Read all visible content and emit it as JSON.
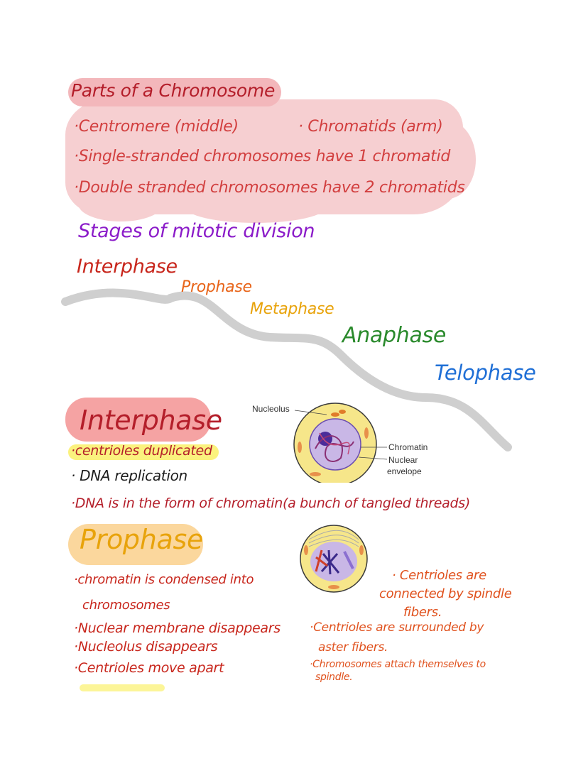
{
  "colors": {
    "red": "#b41e2a",
    "purple": "#8b1cc9",
    "orange": "#e8651a",
    "yellow": "#e8a30b",
    "green": "#2a8a2c",
    "blue": "#1f6fd6",
    "pink_highlight": "#f6cfd1"
  },
  "chromosome": {
    "title": "Parts of a Chromosome",
    "bullets": [
      "·Centromere (middle)",
      "· Chromatids (arm)",
      "·Single-stranded chromosomes have 1 chromatid",
      "·Double stranded chromosomes have 2 chromatids"
    ]
  },
  "stages": {
    "title": "Stages of mitotic division",
    "items": [
      "Interphase",
      "Prophase",
      "Metaphase",
      "Anaphase",
      "Telophase"
    ]
  },
  "interphase": {
    "title": "Interphase",
    "bullets": [
      "·centrioles duplicated",
      "· DNA replication",
      "·DNA is in the form of chromatin(a bunch of tangled threads)"
    ],
    "diagram_labels": {
      "nucleolus": "Nucleolus",
      "chromatin": "Chromatin",
      "nuclear": "Nuclear",
      "envelope": "envelope"
    }
  },
  "prophase": {
    "title": "Prophase",
    "left_bullets": [
      "·chromatin is condensed into",
      "chromosomes",
      "·Nuclear membrane disappears",
      "·Nucleolus disappears",
      "·Centrioles move apart"
    ],
    "right_bullets": [
      "· Centrioles are",
      "connected by spindle",
      "fibers.",
      "·Centrioles are surrounded by",
      "aster fibers.",
      "·Chromosomes attach themselves to",
      "spindle."
    ]
  }
}
